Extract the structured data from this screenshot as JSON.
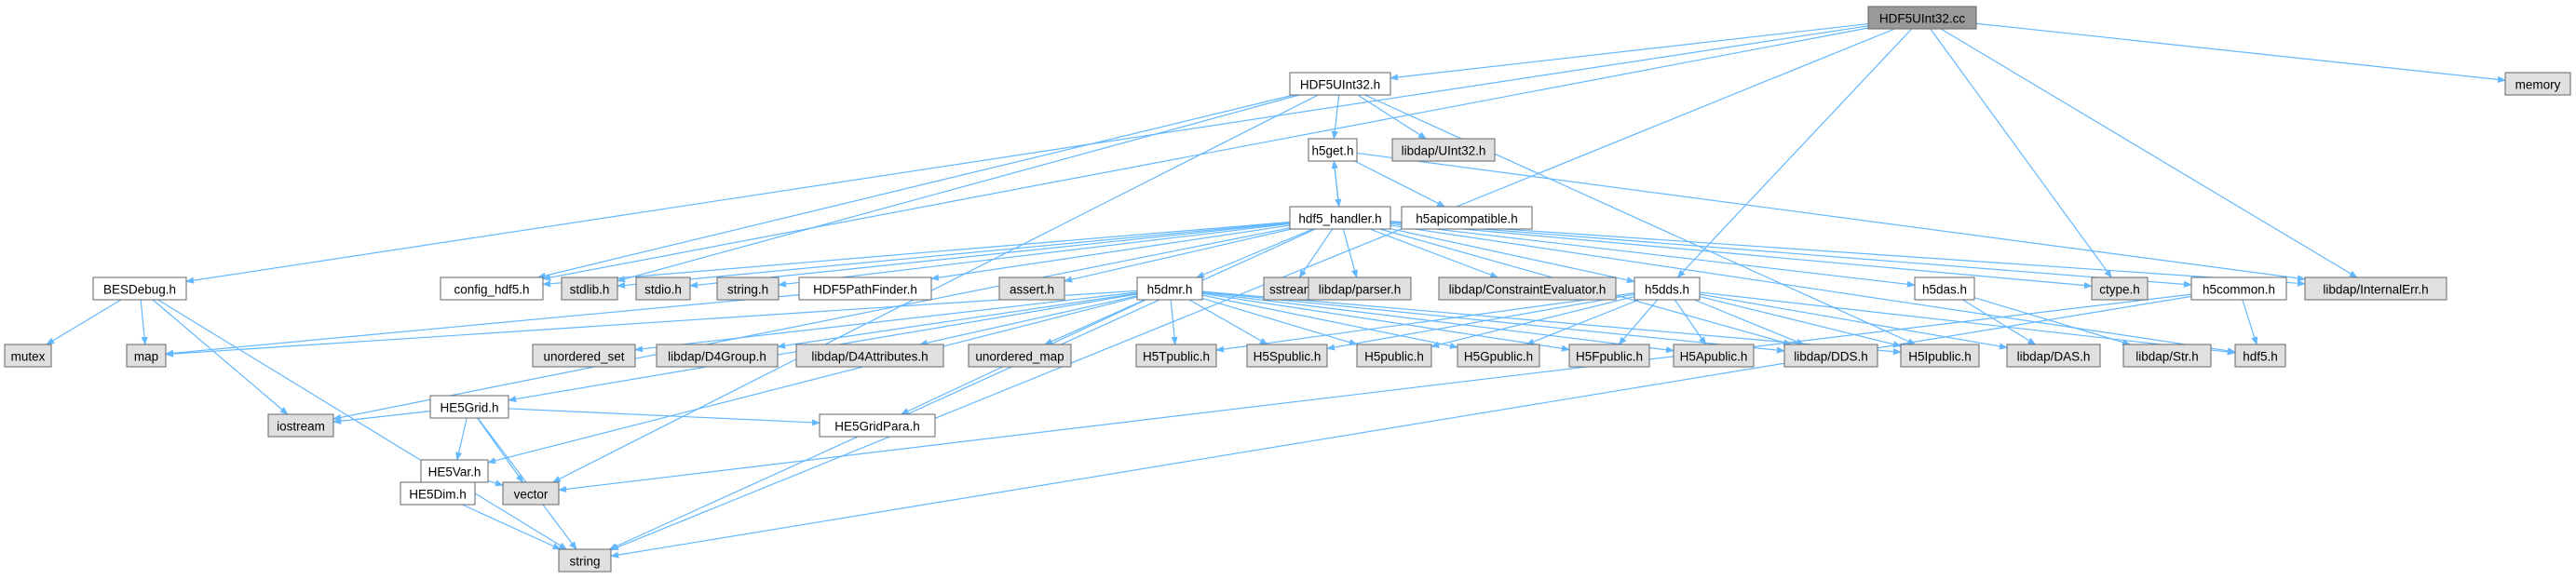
{
  "colors": {
    "root": "#999999",
    "header": "#ffffff",
    "system": "#e0e0e0",
    "edge": "#63b8ff"
  },
  "nodes": [
    {
      "id": "root",
      "label": "HDF5UInt32.cc",
      "kind": "root"
    },
    {
      "id": "hdf5uint32h",
      "label": "HDF5UInt32.h",
      "kind": "header"
    },
    {
      "id": "memory",
      "label": "memory",
      "kind": "system"
    },
    {
      "id": "h5get",
      "label": "h5get.h",
      "kind": "header"
    },
    {
      "id": "libdapuint32",
      "label": "libdap/UInt32.h",
      "kind": "system"
    },
    {
      "id": "hdf5handler",
      "label": "hdf5_handler.h",
      "kind": "header"
    },
    {
      "id": "h5apicompat",
      "label": "h5apicompatible.h",
      "kind": "header"
    },
    {
      "id": "besdebug",
      "label": "BESDebug.h",
      "kind": "header"
    },
    {
      "id": "confighdf5",
      "label": "config_hdf5.h",
      "kind": "header"
    },
    {
      "id": "stdlib",
      "label": "stdlib.h",
      "kind": "system"
    },
    {
      "id": "stdio",
      "label": "stdio.h",
      "kind": "system"
    },
    {
      "id": "stringh",
      "label": "string.h",
      "kind": "system"
    },
    {
      "id": "pathfinder",
      "label": "HDF5PathFinder.h",
      "kind": "header"
    },
    {
      "id": "assert",
      "label": "assert.h",
      "kind": "system"
    },
    {
      "id": "sstream",
      "label": "sstream",
      "kind": "system"
    },
    {
      "id": "parser",
      "label": "libdap/parser.h",
      "kind": "system"
    },
    {
      "id": "constraint",
      "label": "libdap/ConstraintEvaluator.h",
      "kind": "system"
    },
    {
      "id": "h5dds",
      "label": "h5dds.h",
      "kind": "header"
    },
    {
      "id": "h5das",
      "label": "h5das.h",
      "kind": "header"
    },
    {
      "id": "ctype",
      "label": "ctype.h",
      "kind": "system"
    },
    {
      "id": "h5common",
      "label": "h5common.h",
      "kind": "header"
    },
    {
      "id": "internalerr",
      "label": "libdap/InternalErr.h",
      "kind": "system"
    },
    {
      "id": "mutex",
      "label": "mutex",
      "kind": "system"
    },
    {
      "id": "map",
      "label": "map",
      "kind": "system"
    },
    {
      "id": "h5dmr",
      "label": "h5dmr.h",
      "kind": "header"
    },
    {
      "id": "unorderedset",
      "label": "unordered_set",
      "kind": "system"
    },
    {
      "id": "d4group",
      "label": "libdap/D4Group.h",
      "kind": "system"
    },
    {
      "id": "d4attr",
      "label": "libdap/D4Attributes.h",
      "kind": "system"
    },
    {
      "id": "unorderedmap",
      "label": "unordered_map",
      "kind": "system"
    },
    {
      "id": "h5tpublic",
      "label": "H5Tpublic.h",
      "kind": "system"
    },
    {
      "id": "h5spublic",
      "label": "H5Spublic.h",
      "kind": "system"
    },
    {
      "id": "h5public",
      "label": "H5public.h",
      "kind": "system"
    },
    {
      "id": "h5gpublic",
      "label": "H5Gpublic.h",
      "kind": "system"
    },
    {
      "id": "h5fpublic",
      "label": "H5Fpublic.h",
      "kind": "system"
    },
    {
      "id": "h5apublic",
      "label": "H5Apublic.h",
      "kind": "system"
    },
    {
      "id": "libdapdds",
      "label": "libdap/DDS.h",
      "kind": "system"
    },
    {
      "id": "h5ipublic",
      "label": "H5Ipublic.h",
      "kind": "system"
    },
    {
      "id": "libdapdas",
      "label": "libdap/DAS.h",
      "kind": "system"
    },
    {
      "id": "libdapstr",
      "label": "libdap/Str.h",
      "kind": "system"
    },
    {
      "id": "hdf5h",
      "label": "hdf5.h",
      "kind": "system"
    },
    {
      "id": "he5grid",
      "label": "HE5Grid.h",
      "kind": "header"
    },
    {
      "id": "iostream",
      "label": "iostream",
      "kind": "system"
    },
    {
      "id": "he5var",
      "label": "HE5Var.h",
      "kind": "header"
    },
    {
      "id": "he5gridpara",
      "label": "HE5GridPara.h",
      "kind": "header"
    },
    {
      "id": "he5dim",
      "label": "HE5Dim.h",
      "kind": "header"
    },
    {
      "id": "vector",
      "label": "vector",
      "kind": "system"
    },
    {
      "id": "stringstd",
      "label": "string",
      "kind": "system"
    }
  ],
  "edges": [
    [
      "root",
      "hdf5uint32h"
    ],
    [
      "root",
      "memory"
    ],
    [
      "root",
      "besdebug"
    ],
    [
      "root",
      "confighdf5"
    ],
    [
      "root",
      "h5dds"
    ],
    [
      "root",
      "ctype"
    ],
    [
      "root",
      "internalerr"
    ],
    [
      "root",
      "stringstd"
    ],
    [
      "hdf5uint32h",
      "h5get"
    ],
    [
      "hdf5uint32h",
      "libdapuint32"
    ],
    [
      "hdf5uint32h",
      "stdlib"
    ],
    [
      "hdf5uint32h",
      "confighdf5"
    ],
    [
      "hdf5uint32h",
      "vector"
    ],
    [
      "hdf5uint32h",
      "h5ipublic"
    ],
    [
      "h5get",
      "hdf5handler"
    ],
    [
      "h5get",
      "h5apicompat"
    ],
    [
      "h5get",
      "internalerr"
    ],
    [
      "hdf5handler",
      "h5get"
    ],
    [
      "hdf5handler",
      "confighdf5"
    ],
    [
      "hdf5handler",
      "stdlib"
    ],
    [
      "hdf5handler",
      "stdio"
    ],
    [
      "hdf5handler",
      "stringh"
    ],
    [
      "hdf5handler",
      "pathfinder"
    ],
    [
      "hdf5handler",
      "assert"
    ],
    [
      "hdf5handler",
      "sstream"
    ],
    [
      "hdf5handler",
      "parser"
    ],
    [
      "hdf5handler",
      "constraint"
    ],
    [
      "hdf5handler",
      "h5dds"
    ],
    [
      "hdf5handler",
      "h5das"
    ],
    [
      "hdf5handler",
      "ctype"
    ],
    [
      "hdf5handler",
      "h5common"
    ],
    [
      "hdf5handler",
      "internalerr"
    ],
    [
      "hdf5handler",
      "h5dmr"
    ],
    [
      "hdf5handler",
      "iostream"
    ],
    [
      "hdf5handler",
      "stringstd"
    ],
    [
      "hdf5handler",
      "hdf5h"
    ],
    [
      "hdf5handler",
      "libdapdds"
    ],
    [
      "besdebug",
      "mutex"
    ],
    [
      "besdebug",
      "map"
    ],
    [
      "besdebug",
      "iostream"
    ],
    [
      "besdebug",
      "stringstd"
    ],
    [
      "pathfinder",
      "map"
    ],
    [
      "h5dds",
      "h5tpublic"
    ],
    [
      "h5dds",
      "h5spublic"
    ],
    [
      "h5dds",
      "h5public"
    ],
    [
      "h5dds",
      "h5gpublic"
    ],
    [
      "h5dds",
      "h5fpublic"
    ],
    [
      "h5dds",
      "h5apublic"
    ],
    [
      "h5dds",
      "libdapdds"
    ],
    [
      "h5dds",
      "h5ipublic"
    ],
    [
      "h5dds",
      "libdapdas"
    ],
    [
      "h5dds",
      "hdf5h"
    ],
    [
      "h5das",
      "libdapdas"
    ],
    [
      "h5das",
      "libdapstr"
    ],
    [
      "h5common",
      "hdf5h"
    ],
    [
      "h5common",
      "vector"
    ],
    [
      "h5common",
      "stringstd"
    ],
    [
      "h5dmr",
      "map"
    ],
    [
      "h5dmr",
      "unorderedset"
    ],
    [
      "h5dmr",
      "d4group"
    ],
    [
      "h5dmr",
      "d4attr"
    ],
    [
      "h5dmr",
      "unorderedmap"
    ],
    [
      "h5dmr",
      "h5tpublic"
    ],
    [
      "h5dmr",
      "h5spublic"
    ],
    [
      "h5dmr",
      "h5public"
    ],
    [
      "h5dmr",
      "h5gpublic"
    ],
    [
      "h5dmr",
      "h5fpublic"
    ],
    [
      "h5dmr",
      "h5apublic"
    ],
    [
      "h5dmr",
      "libdapdds"
    ],
    [
      "h5dmr",
      "h5ipublic"
    ],
    [
      "h5dmr",
      "he5grid"
    ],
    [
      "h5dmr",
      "he5gridpara"
    ],
    [
      "h5dmr",
      "he5var"
    ],
    [
      "he5grid",
      "iostream"
    ],
    [
      "he5grid",
      "he5var"
    ],
    [
      "he5grid",
      "he5gridpara"
    ],
    [
      "he5grid",
      "vector"
    ],
    [
      "he5grid",
      "stringstd"
    ],
    [
      "he5var",
      "he5dim"
    ],
    [
      "he5var",
      "vector"
    ],
    [
      "he5dim",
      "stringstd"
    ]
  ]
}
